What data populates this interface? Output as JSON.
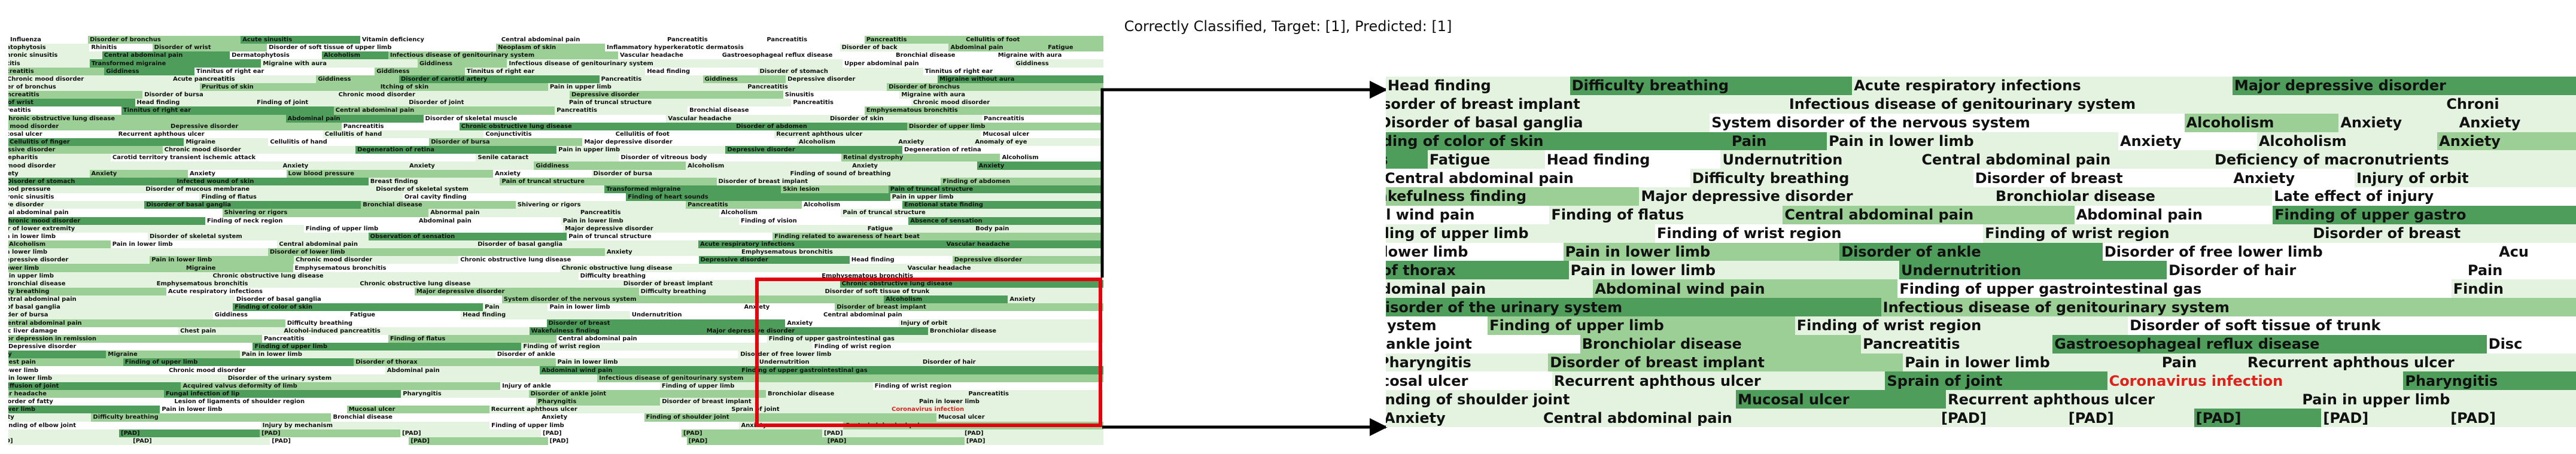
{
  "title": "Correctly Classified, Target: [1], Predicted: [1]",
  "colors": {
    "highlight_text": "#e0201a",
    "zoom_box": "#e3000f",
    "arrow": "#000000",
    "heat_strong": "#4f9d5a",
    "heat_mid": "#9ccf95",
    "heat_light": "#e4f3df"
  },
  "highlighted_token": "Coronavirus infection",
  "overview_rows": [
    [
      "Influenza",
      "Disorder of bronchus",
      "Acute sinusitis",
      "Vitamin deficiency",
      "Central abdominal pain",
      "Pancreatitis",
      "Pancreatitis",
      "Pancreatitis",
      "Cellulitis of foot"
    ],
    [
      "Dermatophytosis",
      "Rhinitis",
      "Disorder of wrist",
      "Disorder of soft tissue of upper limb",
      "Neoplasm of skin",
      "Inflammatory hyperkeratotic dermatosis",
      "Disorder of back",
      "Abdominal pain",
      "Fatigue"
    ],
    [
      "Chronic sinusitis",
      "Central abdominal pain",
      "Dermatophytosis",
      "Alcoholism",
      "Infectious disease of genitourinary system",
      "Vascular headache",
      "Gastroesophageal reflux disease",
      "Bronchial disease",
      "Migraine with aura"
    ],
    [
      "Pancreatitis",
      "Transformed migraine",
      "Migraine with aura",
      "Giddiness",
      "Infectious disease of genitourinary system",
      "Upper abdominal pain",
      "Giddiness"
    ],
    [
      "Pancreatitis",
      "Giddiness",
      "Tinnitus of right ear",
      "Giddiness",
      "Tinnitus of right ear",
      "Head finding",
      "Disorder of stomach",
      "Tinnitus of right ear"
    ],
    [
      "Chronic mood disorder",
      "Acute pancreatitis",
      "Giddiness",
      "Disorder of carotid artery",
      "Pancreatitis",
      "Giddiness",
      "Depressive disorder",
      "Migraine without aura"
    ],
    [
      "Disorder of bronchus",
      "Pruritus of skin",
      "Itching of skin",
      "Pain in upper limb",
      "Pancreatitis",
      "Disorder of bronchus"
    ],
    [
      "Pancreatitis",
      "Disorder of bursa",
      "Chronic mood disorder",
      "Depressive disorder",
      "Sinusitis",
      "Migraine with aura"
    ],
    [
      "Disorder of wrist",
      "Head finding",
      "Finding of joint",
      "Disorder of joint",
      "Pain of truncal structure",
      "Pancreatitis",
      "Chronic mood disorder"
    ],
    [
      "Pancreatitis",
      "Tinnitus of right ear",
      "Central abdominal pain",
      "Pancreatitis",
      "Bronchial disease",
      "Emphysematous bronchitis"
    ],
    [
      "Chronic obstructive lung disease",
      "Abdominal pain",
      "Disorder of skeletal muscle",
      "Vascular headache",
      "Disorder of skin",
      "Pancreatitis"
    ],
    [
      "Chronic mood disorder",
      "Depressive disorder",
      "Pancreatitis",
      "Chronic obstructive lung disease",
      "Disorder of abdomen",
      "Disorder of upper limb"
    ],
    [
      "Mucosal ulcer",
      "Recurrent aphthous ulcer",
      "Cellulitis of hand",
      "Conjunctivitis",
      "Cellulitis of foot",
      "Recurrent aphthous ulcer",
      "Mucosal ulcer"
    ],
    [
      "Cellulitis of finger",
      "Migraine",
      "Cellulitis of hand",
      "Disorder of bursa",
      "Major depressive disorder",
      "Alcoholism",
      "Anxiety",
      "Anomaly of eye"
    ],
    [
      "Depressive disorder",
      "Chronic mood disorder",
      "Degeneration of retina",
      "Pain in upper limb",
      "Depressive disorder",
      "Degeneration of retina"
    ],
    [
      "Blepharitis",
      "Carotid territory transient ischemic attack",
      "Senile cataract",
      "Disorder of vitreous body",
      "Retinal dystrophy",
      "Alcoholism"
    ],
    [
      "Chronic mood disorder",
      "Anxiety",
      "Anxiety",
      "Giddiness",
      "Alcoholism",
      "Anxiety",
      "Anxiety"
    ],
    [
      "Anxiety",
      "Anxiety",
      "Anxiety",
      "Low blood pressure",
      "Anxiety",
      "Disorder of bursa",
      "Finding of sound of breathing"
    ],
    [
      "Disorder of stomach",
      "Infected wound of skin",
      "Breast finding",
      "Pain of truncal structure",
      "Disorder of breast implant",
      "Finding of abdomen"
    ],
    [
      "Low blood pressure",
      "Disorder of mucous membrane",
      "Disorder of skeletal system",
      "Transformed migraine",
      "Skin lesion",
      "Pain of truncal structure"
    ],
    [
      "Chronic sinusitis",
      "Finding of flatus",
      "Oral cavity finding",
      "Finding of heart sounds",
      "Pain in upper limb"
    ],
    [
      "Depressive disorder",
      "Disorder of basal ganglia",
      "Bronchial disease",
      "Shivering or rigors",
      "Pancreatitis",
      "Alcoholism",
      "Emotional state finding"
    ],
    [
      "Central abdominal pain",
      "Shivering or rigors",
      "Abnormal pain",
      "Pancreatitis",
      "Alcoholism",
      "Pain of truncal structure"
    ],
    [
      "Chronic mood disorder",
      "Finding of neck region",
      "Abdominal pain",
      "Pain in lower limb",
      "Finding of vision",
      "Absence of sensation"
    ],
    [
      "Disorder of lower extremity",
      "Finding of upper limb",
      "Major depressive disorder",
      "Fatigue",
      "Body pain"
    ],
    [
      "Pain in lower limb",
      "Disorder of skeletal system",
      "Observation of sensation",
      "Pain of truncal structure",
      "Finding related to awareness of heart beat"
    ],
    [
      "Alcoholism",
      "Pain in lower limb",
      "Central abdominal pain",
      "Disorder of basal ganglia",
      "Acute respiratory infections",
      "Vascular headache"
    ],
    [
      "Pain in lower limb",
      "Disorder of lower limb",
      "Anxiety",
      "Emphysematous bronchitis"
    ],
    [
      "Depressive disorder",
      "Pain in lower limb",
      "Chronic mood disorder",
      "Chronic obstructive lung disease",
      "Depressive disorder",
      "Head finding",
      "Depressive disorder"
    ],
    [
      "Pain in lower limb",
      "Migraine",
      "Emphysematous bronchitis",
      "Chronic obstructive lung disease",
      "Vascular headache"
    ],
    [
      "Pain in upper limb",
      "Chronic obstructive lung disease",
      "Difficulty breathing",
      "Emphysematous bronchitis"
    ],
    [
      "Bronchial disease",
      "Emphysematous bronchitis",
      "Chronic obstructive lung disease",
      "Disorder of breast implant",
      "Chronic obstructive lung disease"
    ],
    [
      "Difficulty breathing",
      "Acute respiratory infections",
      "Major depressive disorder",
      "Difficulty breathing",
      "Disorder of soft tissue of trunk"
    ],
    [
      "Central abdominal pain",
      "Disorder of basal ganglia",
      "System disorder of the nervous system",
      "Alcoholism",
      "Anxiety"
    ],
    [
      "Disorder of basal ganglia",
      "Finding of color of skin",
      "Pain",
      "Pain in lower limb",
      "Anxiety",
      "Disorder of breast implant"
    ],
    [
      "Disorder of bursa",
      "Giddiness",
      "Fatigue",
      "Head finding",
      "Undernutrition",
      "Central abdominal pain"
    ],
    [
      "Central abdominal pain",
      "Difficulty breathing",
      "Disorder of breast",
      "Anxiety",
      "Injury of orbit"
    ],
    [
      "Alcoholic liver damage",
      "Chest pain",
      "Alcohol-induced pancreatitis",
      "Wakefulness finding",
      "Major depressive disorder",
      "Bronchiolar disease"
    ],
    [
      "Major depression in remission",
      "Pancreatitis",
      "Finding of flatus",
      "Central abdominal pain",
      "Finding of upper gastrointestinal gas"
    ],
    [
      "Depressive disorder",
      "Finding of upper limb",
      "Finding of wrist region",
      "Finding of wrist region"
    ],
    [
      "Anxiety",
      "Migraine",
      "Pain in lower limb",
      "Disorder of ankle",
      "Disorder of free lower limb"
    ],
    [
      "Chest pain",
      "Finding of upper limb",
      "Disorder of thorax",
      "Pain in lower limb",
      "Undernutrition",
      "Disorder of hair"
    ],
    [
      "Pain in lower limb",
      "Chronic mood disorder",
      "Abdominal pain",
      "Abdominal wind pain",
      "Finding of upper gastrointestinal gas"
    ],
    [
      "Pain in lower limb",
      "Disorder of the urinary system",
      "Infectious disease of genitourinary system"
    ],
    [
      "Effusion of joint",
      "Acquired valvus deformity of limb",
      "Injury of ankle",
      "Finding of upper limb",
      "Finding of wrist region"
    ],
    [
      "Vascular headache",
      "Fungal infection of lip",
      "Pharyngitis",
      "Disorder of ankle joint",
      "Bronchiolar disease",
      "Pancreatitis"
    ],
    [
      "Disorder of fatty",
      "Lesion of ligaments of shoulder region",
      "Pharyngitis",
      "Disorder of breast implant",
      "Pain in lower limb"
    ],
    [
      "Pain in lower limb",
      "Pain in lower limb",
      "Mucosal ulcer",
      "Recurrent aphthous ulcer",
      "Sprain of joint",
      "Coronavirus infection"
    ],
    [
      "Anxiety",
      "Difficulty breathing",
      "Bronchial disease",
      "Anxiety",
      "Finding of shoulder joint",
      "Mucosal ulcer"
    ],
    [
      "Finding of elbow joint",
      "Injury by mechanism",
      "Finding of upper limb",
      "Anxiety",
      "Central abdominal pain"
    ],
    [
      "[PAD]",
      "[PAD]",
      "[PAD]",
      "[PAD]",
      "[PAD]",
      "[PAD]",
      "[PAD]",
      "[PAD]"
    ],
    [
      "[PAD]",
      "[PAD]",
      "[PAD]",
      "[PAD]",
      "[PAD]",
      "[PAD]",
      "[PAD]",
      "[PAD]"
    ]
  ],
  "zoom_rows": [
    [
      "Head finding",
      "Difficulty breathing",
      "Acute respiratory infections",
      "Major depressive disorder"
    ],
    [
      "Disorder of breast implant",
      "Infectious disease of genitourinary system",
      "Chroni"
    ],
    [
      "Disorder of basal ganglia",
      "System disorder of the nervous system",
      "Alcoholism",
      "Anxiety",
      "Anxiety"
    ],
    [
      "Finding of color of skin",
      "Pain",
      "Pain in lower limb",
      "Anxiety",
      "Alcoholism",
      "Anxiety"
    ],
    [
      "ss",
      "Fatigue",
      "Head finding",
      "Undernutrition",
      "Central abdominal pain",
      "Deficiency of macronutrients"
    ],
    [
      "Central abdominal pain",
      "Difficulty breathing",
      "Disorder of breast",
      "Anxiety",
      "Injury of orbit"
    ],
    [
      "Wakefulness finding",
      "Major depressive disorder",
      "Bronchiolar disease",
      "Late effect of injury"
    ],
    [
      "al wind pain",
      "Finding of flatus",
      "Central abdominal pain",
      "Abdominal pain",
      "Finding of upper gastro"
    ],
    [
      "Finding of upper limb",
      "Finding of wrist region",
      "Finding of wrist region",
      "Disorder of breast"
    ],
    [
      "n lower limb",
      "Pain in lower limb",
      "Disorder of ankle",
      "Disorder of free lower limb",
      "Acu"
    ],
    [
      "of thorax",
      "Pain in lower limb",
      "Undernutrition",
      "Disorder of hair",
      "Pain"
    ],
    [
      "Abdominal pain",
      "Abdominal wind pain",
      "Finding of upper gastrointestinal gas",
      "Findin"
    ],
    [
      "Disorder of the urinary system",
      "Infectious disease of genitourinary system"
    ],
    [
      "ystem",
      "Finding of upper limb",
      "Finding of wrist region",
      "Disorder of soft tissue of trunk"
    ],
    [
      "of ankle joint",
      "Bronchiolar disease",
      "Pancreatitis",
      "Gastroesophageal reflux disease",
      "Disc"
    ],
    [
      "Pharyngitis",
      "Disorder of breast implant",
      "Pain in lower limb",
      "Pain",
      "Recurrent aphthous ulcer"
    ],
    [
      "Mucosal ulcer",
      "Recurrent aphthous ulcer",
      "Sprain of joint",
      "Coronavirus infection",
      "Pharyngitis"
    ],
    [
      "Finding of shoulder joint",
      "Mucosal ulcer",
      "Recurrent aphthous ulcer",
      "Pain in upper limb"
    ],
    [
      "Anxiety",
      "Central abdominal pain",
      "[PAD]",
      "[PAD]",
      "[PAD]",
      "[PAD]",
      "[PAD]"
    ]
  ]
}
